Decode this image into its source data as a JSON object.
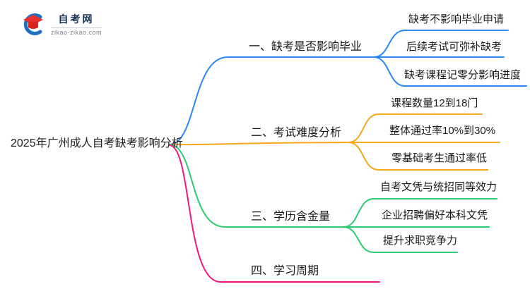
{
  "logo": {
    "site_name": "自考网",
    "site_url": "zikao-zikao.com",
    "brand_blue": "#1d70c0",
    "brand_red": "#e8302e"
  },
  "title": "2025年广州成人自考缺考影响分析",
  "mindmap": {
    "branches": [
      {
        "label": "一、缺考是否影响毕业",
        "color": "#2b87f5",
        "children": [
          "缺考不影响毕业申请",
          "后续考试可弥补缺考",
          "缺考课程记零分影响进度"
        ]
      },
      {
        "label": "二、考试难度分析",
        "color": "#f5a81e",
        "children": [
          "课程数量12到18门",
          "整体通过率10%到30%",
          "零基础考生通过率低"
        ]
      },
      {
        "label": "三、学历含金量",
        "color": "#2ecc71",
        "children": [
          "自考文凭与统招同等效力",
          "企业招聘偏好本科文凭",
          "提升求职竞争力"
        ]
      },
      {
        "label": "四、学习周期",
        "color": "#f0187c",
        "children": []
      }
    ]
  }
}
